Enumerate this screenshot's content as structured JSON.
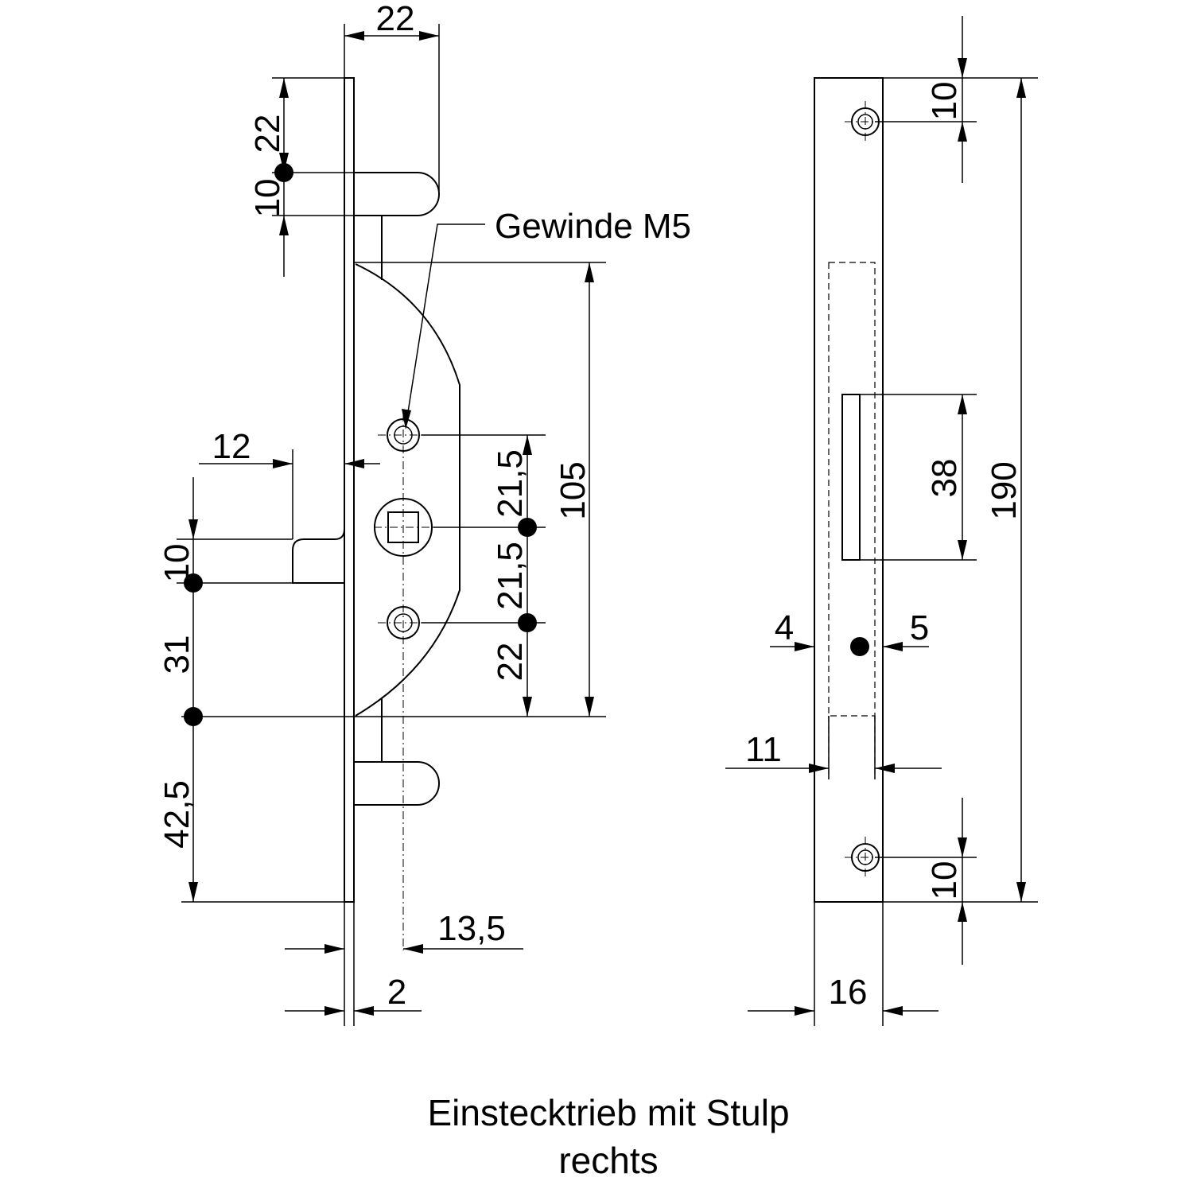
{
  "labels": {
    "thread": "Gewinde M5"
  },
  "dimensions": {
    "d22_top": "22",
    "d22_left": "22",
    "d10_left": "10",
    "d12": "12",
    "d10_mid": "10",
    "d31": "31",
    "d42_5": "42,5",
    "d21_5_a": "21,5",
    "d21_5_b": "21,5",
    "d22_low": "22",
    "d105": "105",
    "d13_5": "13,5",
    "d2": "2",
    "d10_r_top": "10",
    "d190": "190",
    "d38": "38",
    "d4": "4",
    "d5": "5",
    "d11": "11",
    "d10_r_bot": "10",
    "d16": "16"
  },
  "caption": {
    "line1": "Einstecktrieb mit Stulp",
    "line2": "rechts"
  }
}
